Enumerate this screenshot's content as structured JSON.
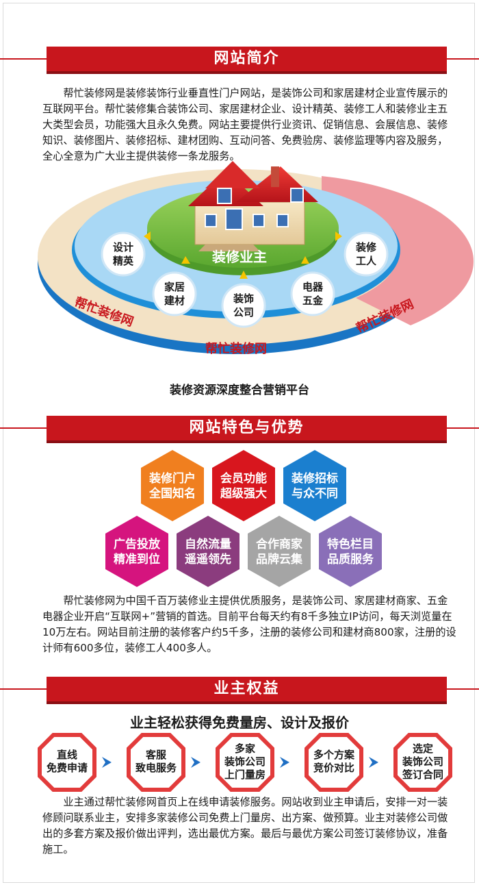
{
  "intro": {
    "title": "网站简介",
    "paragraph": "帮忙装修网是装修装饰行业垂直性门户网站，是装饰公司和家居建材企业宣传展示的互联网平台。帮忙装修集合装饰公司、家居建材企业、设计精英、装修工人和装修业主五大类型会员，功能强大且永久免费。网站主要提供行业资讯、促销信息、会展信息、装修知识、装修图片、装修招标、建材团购、互动问答、免费验房、装修监理等内容及服务，全心全意为广大业主提供装修一条龙服务。"
  },
  "diagram": {
    "center_label": "装修业主",
    "nodes": [
      {
        "line1": "设计",
        "line2": "精英"
      },
      {
        "line1": "家居",
        "line2": "建材"
      },
      {
        "line1": "装饰",
        "line2": "公司"
      },
      {
        "line1": "电器",
        "line2": "五金"
      },
      {
        "line1": "装修",
        "line2": "工人"
      }
    ],
    "ring_texts": [
      "帮忙装修网",
      "帮忙装修网",
      "帮忙装修网"
    ],
    "caption": "装修资源深度整合营销平台",
    "colors": {
      "green": "#7dc243",
      "blue": "#1f8fd8",
      "light_blue": "#a9d8f5",
      "beige": "#f3e2c5",
      "pink": "#ef9aa0",
      "red_text": "#c8161d"
    }
  },
  "features": {
    "title": "网站特色与优势",
    "hexagons": [
      {
        "line1": "装修门户",
        "line2": "全国知名",
        "color": "#f07f1f"
      },
      {
        "line1": "会员功能",
        "line2": "超级强大",
        "color": "#d8161e"
      },
      {
        "line1": "装修招标",
        "line2": "与众不同",
        "color": "#1b7fcf"
      },
      {
        "line1": "广告投放",
        "line2": "精准到位",
        "color": "#d5147e"
      },
      {
        "line1": "自然流量",
        "line2": "遥遥领先",
        "color": "#8b3c7e"
      },
      {
        "line1": "合作商家",
        "line2": "品牌云集",
        "color": "#a5a5a5"
      },
      {
        "line1": "特色栏目",
        "line2": "品质服务",
        "color": "#8a6fb8"
      }
    ],
    "paragraph": "帮忙装修网为中国千百万装修业主提供优质服务，是装饰公司、家居建材商家、五金电器企业开启“互联网+”营销的首选。目前平台每天约有8千多独立IP访问，每天浏览量在10万左右。网站目前注册的装修客户约5千多，注册的装修公司和建材商800家，注册的设计师有600多位，装修工人400多人。"
  },
  "rights": {
    "title": "业主权益",
    "subtitle": "业主轻松获得免费量房、设计及报价",
    "steps": [
      {
        "lines": [
          "直线",
          "免费申请"
        ]
      },
      {
        "lines": [
          "客服",
          "致电服务"
        ]
      },
      {
        "lines": [
          "多家",
          "装饰公司",
          "上门量房"
        ]
      },
      {
        "lines": [
          "多个方案",
          "竞价对比"
        ]
      },
      {
        "lines": [
          "选定",
          "装饰公司",
          "签订合同"
        ]
      }
    ],
    "paragraph": "业主通过帮忙装修网首页上在线申请装修服务。网站收到业主申请后，安排一对一装修顾问联系业主，安排多家装修公司免费上门量房、出方案、做预算。业主对装修公司做出的多套方案及报价做出评判，选出最优方案。最后与最优方案公司签订装修协议，准备施工。"
  }
}
